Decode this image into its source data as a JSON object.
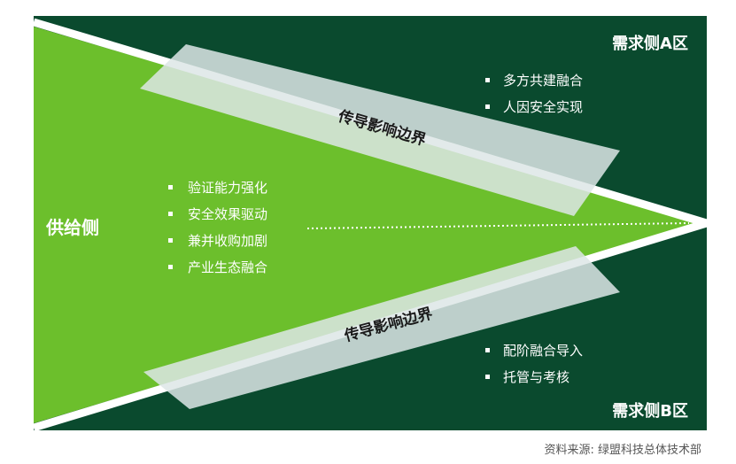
{
  "colors": {
    "dark_green": "#0a4a2e",
    "light_green": "#6cbf2c",
    "band_fill": "#dde6e6",
    "divider": "#ffffff"
  },
  "supply_side": {
    "title": "供给侧",
    "bullets": [
      "验证能力强化",
      "安全效果驱动",
      "兼并收购加剧",
      "产业生态融合"
    ]
  },
  "demand_a": {
    "title": "需求侧A区",
    "bullets": [
      "多方共建融合",
      "人因安全实现"
    ]
  },
  "demand_b": {
    "title": "需求侧B区",
    "bullets": [
      "配阶融合导入",
      "托管与考核"
    ]
  },
  "boundary_top": "传导影响边界",
  "boundary_bottom": "传导影响边界",
  "source": "资料来源: 绿盟科技总体技术部"
}
